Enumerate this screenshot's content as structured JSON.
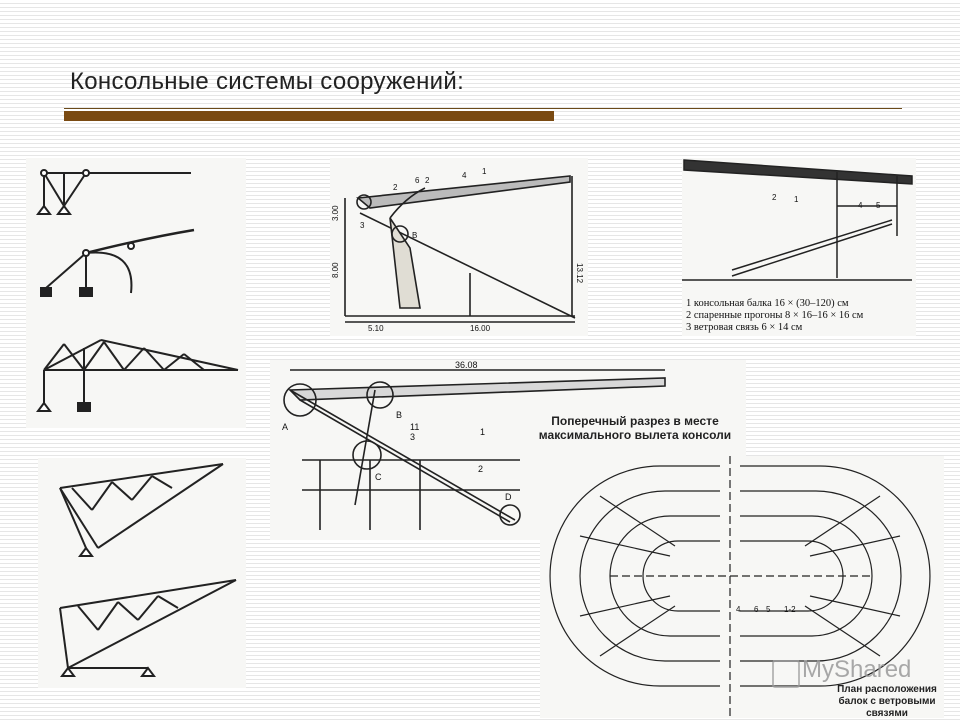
{
  "slide": {
    "title": "Консольные системы сооружений:"
  },
  "panel_b": {
    "dims": [
      "3.00",
      "8.00",
      "13.12",
      "5.10",
      "16.00"
    ],
    "marks": [
      "1",
      "2",
      "3",
      "4",
      "6",
      "2",
      "B"
    ]
  },
  "panel_c": {
    "marks": [
      "2",
      "1",
      "4",
      "5"
    ],
    "legend": [
      "1  консольная балка 16 × (30–120) см",
      "2  спаренные прогоны 8 × 16–16 × 16 см",
      "3  ветровая связь 6 × 14 см"
    ]
  },
  "panel_d": {
    "dim": "36.08",
    "marks": [
      "A",
      "B",
      "C",
      "D",
      "11",
      "3",
      "1",
      "2"
    ],
    "caption": [
      "Поперечный разрез в месте",
      "максимального вылета консоли"
    ]
  },
  "panel_e": {
    "marks": [
      "4",
      "6",
      "5",
      "1-2"
    ],
    "caption": [
      "План  расположения",
      "балок с ветровыми связями"
    ]
  },
  "watermark": "MyShared"
}
